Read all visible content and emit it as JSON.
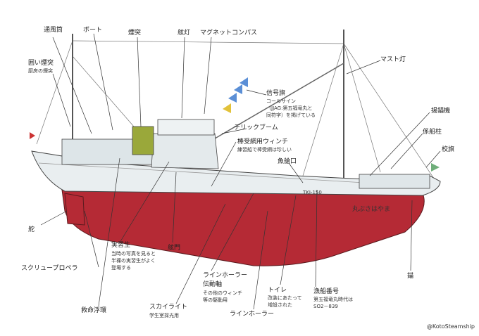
{
  "labels": {
    "tsufuto": "通風筒",
    "boat": "ボート",
    "entotsu": "煙突",
    "gento": "舷灯",
    "magnet": "マグネットコンパス",
    "kakoi": "囲い煙突",
    "kakoi_sub": "厨房の煙突",
    "mast": "マスト灯",
    "shingoki": "信号旗",
    "shingoki_sub1": "コールサイン",
    "shingoki_sub2": "（JJAG:第五福竜丸と",
    "shingoki_sub3": "同符字）を掲げている",
    "yobyoki": "揚錨機",
    "keisen": "係船柱",
    "kouki": "校旗",
    "derrick": "デリックブーム",
    "bouuke": "棒受網用ウィンチ",
    "bouuke_sub": "練習船で棒受網は珍しい",
    "gyokankou": "魚艙口",
    "kaji": "舵",
    "screw": "スクリュープロペラ",
    "jisshu": "実習生",
    "jisshu_sub1": "当時の写真を見ると",
    "jisshu_sub2": "半裸の実習生がよく",
    "jisshu_sub3": "登場する",
    "genmon": "舷門",
    "linehauler_den": "ラインホーラー",
    "linehauler_den2": "伝動軸",
    "linehauler_den_sub1": "その他のウィンチ",
    "linehauler_den_sub2": "等の駆動用",
    "toilet": "トイレ",
    "toilet_sub1": "改装にあたって",
    "toilet_sub2": "増設された",
    "gyosen": "漁船番号",
    "gyosen_sub1": "第五福竜丸時代は",
    "gyosen_sub2": "SO2－839",
    "ikari": "錨",
    "kyumei": "救命浮環",
    "skylight": "スカイライト",
    "skylight_sub": "学生室採光用",
    "linehauler": "ラインホーラー"
  },
  "hull_marks": {
    "name": "丸ぶさはやま",
    "number": "TKI-150"
  },
  "credit": "@KotoSteamship",
  "colors": {
    "hull_upper": "#e9eef0",
    "hull_red": "#b52a35",
    "line": "#333333",
    "funnel": "#9aa83a",
    "flag_blue": "#5b8fd6",
    "flag_yellow": "#e2c23a"
  }
}
